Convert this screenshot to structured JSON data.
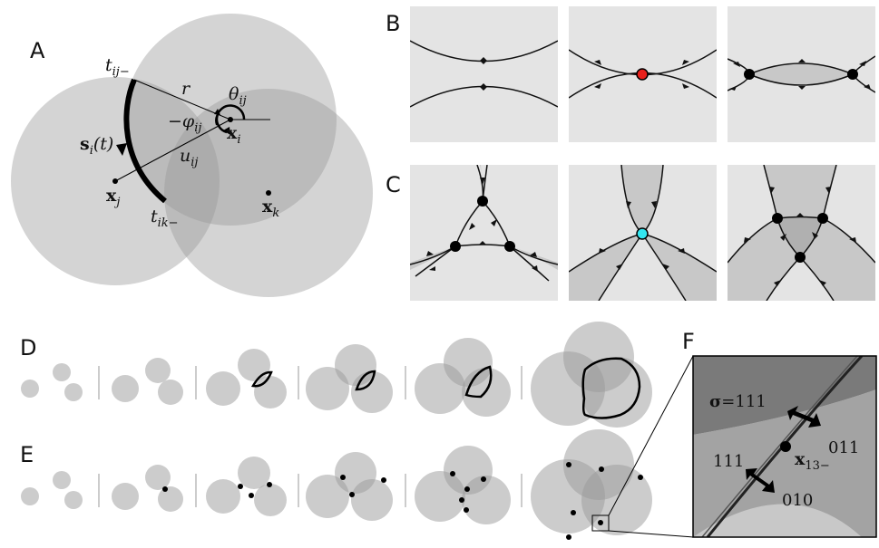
{
  "panels": {
    "A": "A",
    "B": "B",
    "C": "C",
    "D": "D",
    "E": "E",
    "F": "F"
  },
  "panel_a": {
    "t_ij": "t",
    "t_ij_sub": "ij−",
    "t_ik": "t",
    "t_ik_sub": "ik−",
    "r": "r",
    "theta": "θ",
    "theta_sub": "ij",
    "phi": "−φ",
    "phi_sub": "ij",
    "xi": "x",
    "xi_sub": "i",
    "xj": "x",
    "xj_sub": "j",
    "xk": "x",
    "xk_sub": "k",
    "u": "u",
    "u_sub": "ij",
    "s": "s",
    "s_sub": "i",
    "s_arg": "(t)"
  },
  "panel_f": {
    "sigma_sym": "σ",
    "sigma_val": "=111",
    "label_011": "011",
    "label_111": "111",
    "label_010": "010",
    "x13": "x",
    "x13_sub": "13−"
  },
  "colors": {
    "circle_gray": "#a8a8a8",
    "panel_bg": "#e4e4e4",
    "red_point": "#e8211c",
    "cyan_point": "#33e6f0"
  }
}
